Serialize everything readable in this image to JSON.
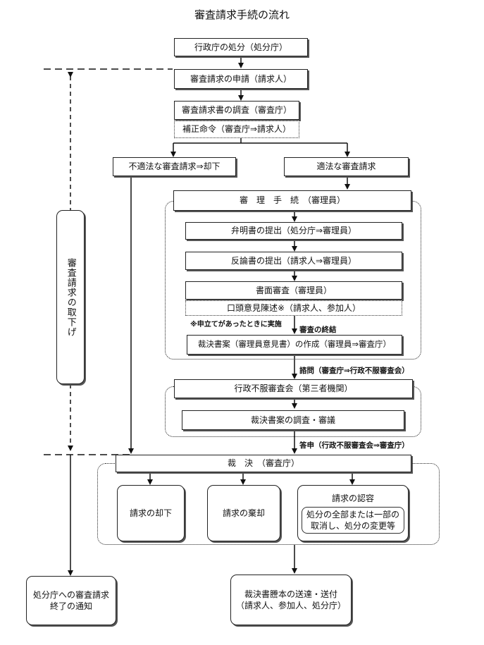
{
  "title": "審査請求手続の流れ",
  "nodes": {
    "disposition": "行政庁の処分（処分庁）",
    "application": "審査請求の申請（請求人）",
    "investigation": "審査請求書の調査（審査庁）",
    "correction_order": "補正命令（審査庁⇒請求人）",
    "improper": "不適法な審査請求⇒却下",
    "proper": "適法な審査請求",
    "proceedings": "審　理　手　続　（審理員）",
    "explanation": "弁明書の提出（処分庁⇒審理員）",
    "rebuttal": "反論書の提出（請求人⇒審理員）",
    "document_review": "書面審査（審理員）",
    "oral_statement": "口頭意見陳述※（請求人、参加人）",
    "draft_decision": "裁決書案（審理員意見書）の作成（審理員⇒審査庁）",
    "council": "行政不服審査会（第三者機関）",
    "council_review": "裁決書案の調査・審議",
    "ruling": "裁　決　（審査庁）",
    "dismissal": "請求の却下",
    "rejection": "請求の棄却",
    "approval_title": "請求の認容",
    "approval_detail_1": "処分の全部または一部の",
    "approval_detail_2": "取消し、処分の変更等",
    "withdrawal": "審査請求の取下げ",
    "notice_1": "処分庁への審査請求",
    "notice_2": "終了の通知",
    "delivery_1": "裁決書謄本の送達・送付",
    "delivery_2": "（請求人、参加人、処分庁）"
  },
  "labels": {
    "note": "※申立てがあったときに実施",
    "review_end": "審査の終結",
    "consultation": "諮問（審査庁⇒行政不服審査会）",
    "report": "答申（行政不服審査会⇒審査庁）"
  }
}
